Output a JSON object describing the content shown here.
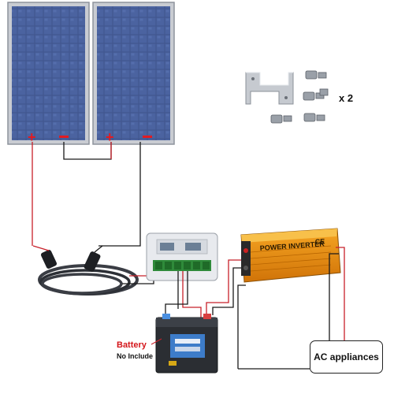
{
  "labels": {
    "battery": "Battery",
    "battery_note": "No Include",
    "bracket_qty": "x 2",
    "ac_appliances": "AC appliances",
    "inverter_title": "POWER INVERTER",
    "inverter_badge": "CE"
  },
  "components": [
    {
      "name": "solar-panel-1",
      "icon": "solar-panel-icon"
    },
    {
      "name": "solar-panel-2",
      "icon": "solar-panel-icon"
    },
    {
      "name": "mounting-bracket-set",
      "icon": "z-bracket-icon"
    },
    {
      "name": "pv-cable",
      "icon": "cable-coil-icon"
    },
    {
      "name": "charge-controller",
      "icon": "charge-controller-icon"
    },
    {
      "name": "power-inverter",
      "icon": "inverter-icon"
    },
    {
      "name": "battery",
      "icon": "battery-icon"
    }
  ],
  "colors": {
    "positive_wire": "#c8202a",
    "negative_wire": "#1a1a1a",
    "panel_cell": "#3a4f8a",
    "inverter_body": "#e28a12",
    "battery_red_text": "#d4161b"
  }
}
